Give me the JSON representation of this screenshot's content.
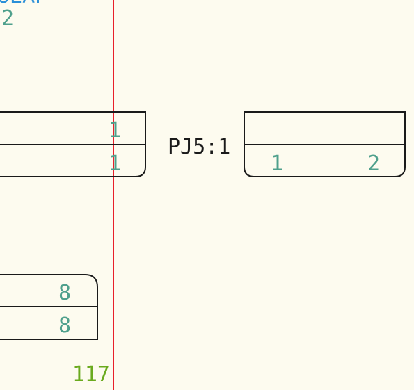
{
  "colors": {
    "background": "#fdfbef",
    "outline": "#1a1a1a",
    "wire": "#e8202a",
    "pin_text": "#4fa08c",
    "label_text": "#1a1a1a",
    "wire_number": "#6aaa1e",
    "top_label": "#2a8fd8"
  },
  "top_left": {
    "partial_label": "OEAP",
    "number": "2"
  },
  "connector_left_top": {
    "pin_upper": "1",
    "pin_lower": "1"
  },
  "connector_pj5": {
    "label": "PJ5:1",
    "pin_left": "1",
    "pin_right": "2"
  },
  "connector_left_bottom": {
    "pin_upper": "8",
    "pin_lower": "8"
  },
  "wire": {
    "number": "117"
  }
}
